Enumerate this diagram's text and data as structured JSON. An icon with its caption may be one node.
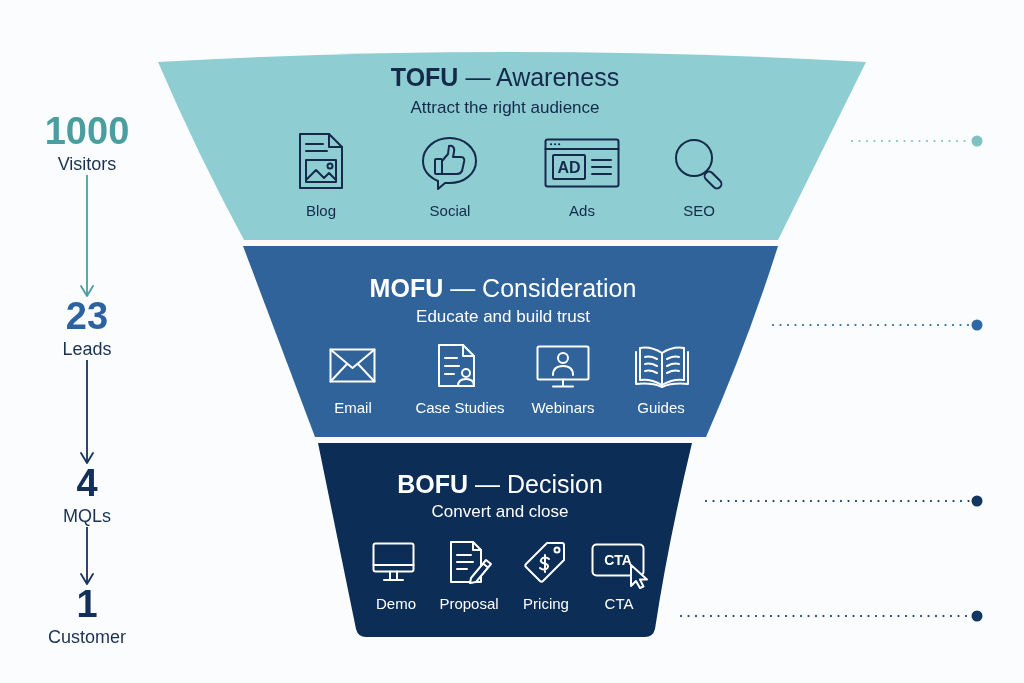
{
  "diagram": {
    "nodes": [
      {
        "text": [
          "**TOFU** — Awareness",
          "Attract the right audience"
        ]
      },
      {
        "text": [
          "**MOFU** — Consideration",
          "Educate and build trust"
        ]
      },
      {
        "text": [
          "**BOFU** — Decision",
          "Convert and close"
        ]
      },
      {
        "text": [
          "1000",
          "Visitors"
        ]
      },
      {
        "text": [
          "23",
          "Leads"
        ]
      },
      {
        "text": [
          "4",
          "MQLs"
        ]
      },
      {
        "text": [
          "1",
          "Customer"
        ]
      }
    ],
    "edges": [
      {
        "from": 3,
        "to": 4,
        "arrow": "to",
        "color": "#4a9ea0"
      },
      {
        "from": 4,
        "to": 5,
        "arrow": "to"
      },
      {
        "from": 5,
        "to": 6,
        "arrow": "to"
      }
    ],
    "labels": [
      "AD",
      "Blog",
      "Social",
      "Ads",
      "SEO",
      "Email",
      "Case Studies",
      "Webinars",
      "Guides",
      "CTA",
      "Demo",
      "Proposal",
      "Pricing",
      "CTA"
    ]
  }
}
